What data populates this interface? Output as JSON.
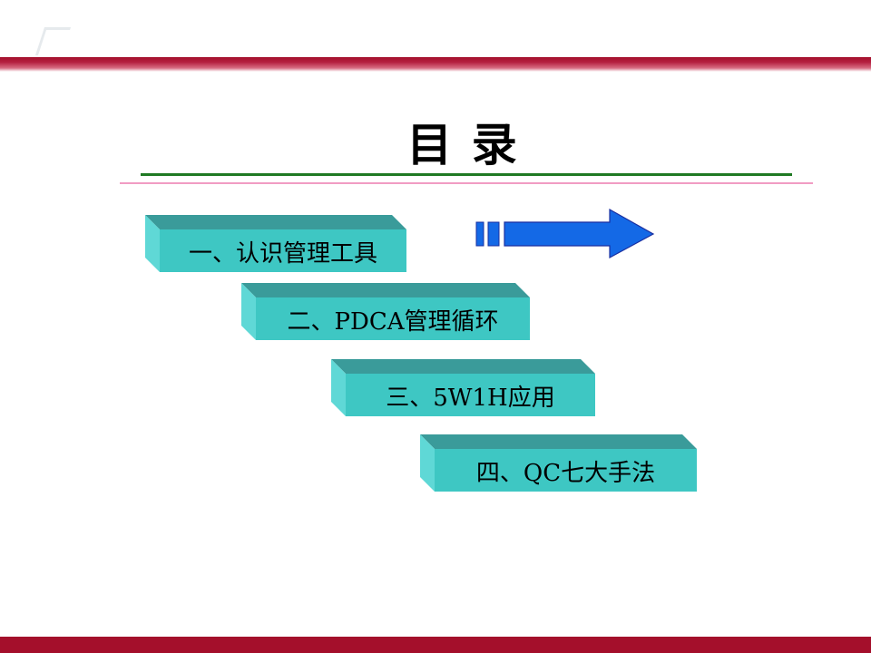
{
  "slide": {
    "watermark": "",
    "title": "目  录",
    "items": [
      {
        "label": "一、认识管理工具"
      },
      {
        "label": "二、PDCA管理循环"
      },
      {
        "label": "三、5W1H应用"
      },
      {
        "label": "四、QC七大手法"
      }
    ]
  },
  "colors": {
    "band": "#a40f2b",
    "box_front": "#3ec7c3",
    "box_top": "#3a9b9a",
    "box_side": "#5fd8d6",
    "arrow": "#1469e6",
    "rule_green": "#1f7a23",
    "rule_pink": "#f19cc3"
  },
  "icons": {
    "arrow": "right-arrow-icon"
  }
}
